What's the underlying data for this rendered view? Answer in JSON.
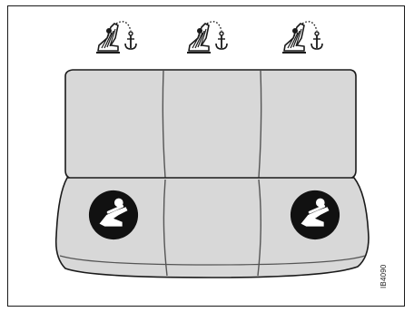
{
  "figure_code": "IB4090",
  "colors": {
    "seat_fill": "#d8d8d8",
    "outline": "#1a1a1a",
    "seam": "#555555",
    "badge_fill": "#111111",
    "badge_symbol": "#ffffff"
  },
  "icons": {
    "child_seat_anchor": "child-seat-anchor-icon",
    "child_seat_badge": "child-seat-icon"
  },
  "seats": [
    {
      "name": "left",
      "has_anchor": true,
      "has_badge": true
    },
    {
      "name": "center",
      "has_anchor": true,
      "has_badge": false
    },
    {
      "name": "right",
      "has_anchor": true,
      "has_badge": true
    }
  ]
}
